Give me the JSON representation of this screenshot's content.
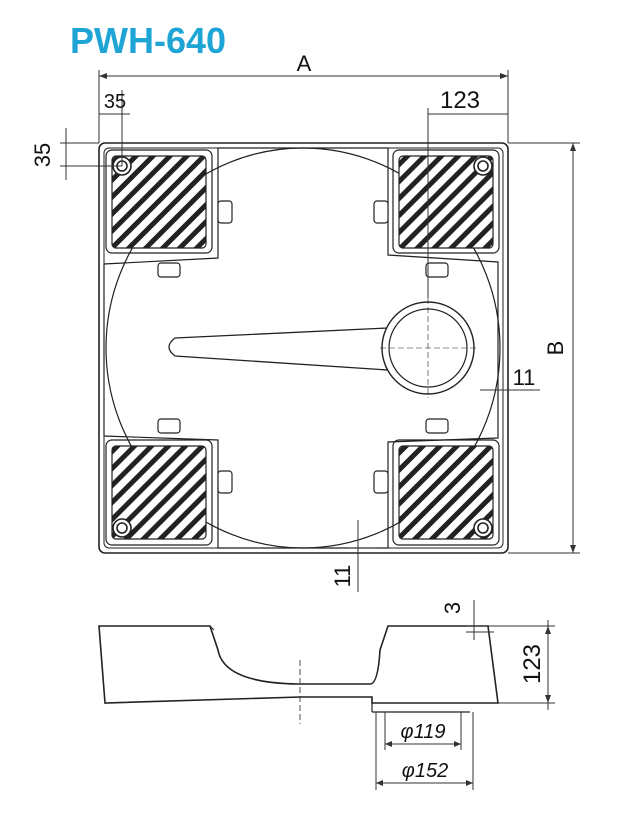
{
  "title": "PWH-640",
  "colors": {
    "title": "#1ea5d6",
    "outline": "#222222",
    "dim": "#333333"
  },
  "dimensions": {
    "width": "A",
    "depth": "B",
    "hole_offset_x": "35",
    "hole_offset_y": "35",
    "center_offset": "123",
    "side_gap": "11",
    "bottom_gap": "11",
    "height": "123",
    "recess_depth": "3",
    "inner_diameter": "φ119",
    "outer_diameter": "φ152"
  }
}
